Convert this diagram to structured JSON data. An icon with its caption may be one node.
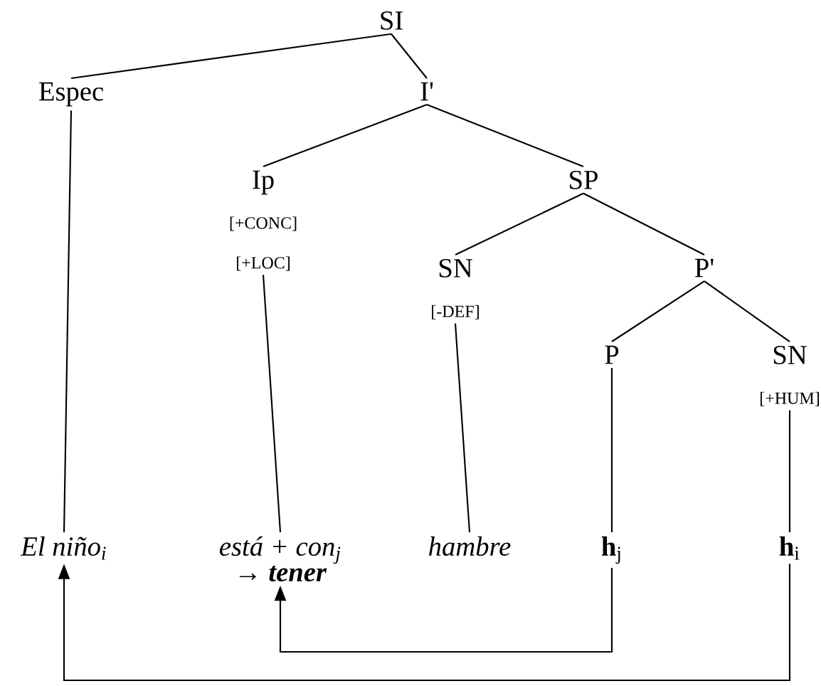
{
  "diagram": {
    "nodes": [
      {
        "text": [
          "SI"
        ]
      },
      {
        "text": [
          "Espec"
        ]
      },
      {
        "text": [
          "I'"
        ]
      },
      {
        "text": [
          "Ip",
          "[+CONC]",
          "[+LOC]"
        ]
      },
      {
        "text": [
          "SP"
        ]
      },
      {
        "text": [
          "SN",
          "[-DEF]"
        ]
      },
      {
        "text": [
          "P'"
        ]
      },
      {
        "text": [
          "P"
        ]
      },
      {
        "text": [
          "SN",
          "[+HUM]"
        ]
      },
      {
        "text": [
          "El niño$_{i}$"
        ]
      },
      {
        "text": [
          "está + con$_{j}$",
          "→ **tener**"
        ]
      },
      {
        "text": [
          "hambre"
        ]
      },
      {
        "text": [
          "**h**$_{j}$"
        ]
      },
      {
        "text": [
          "**h**$_{i}$"
        ]
      }
    ],
    "edges": [
      {
        "from": 0,
        "to": 1,
        "arrow": "none"
      },
      {
        "from": 0,
        "to": 2,
        "arrow": "none"
      },
      {
        "from": 2,
        "to": 3,
        "arrow": "none"
      },
      {
        "from": 2,
        "to": 4,
        "arrow": "none"
      },
      {
        "from": 4,
        "to": 5,
        "arrow": "none"
      },
      {
        "from": 4,
        "to": 6,
        "arrow": "none"
      },
      {
        "from": 6,
        "to": 7,
        "arrow": "none"
      },
      {
        "from": 6,
        "to": 8,
        "arrow": "none"
      },
      {
        "from": 1,
        "to": 9,
        "arrow": "none"
      },
      {
        "from": 3,
        "to": 10,
        "arrow": "none"
      },
      {
        "from": 5,
        "to": 11,
        "arrow": "none"
      },
      {
        "from": 7,
        "to": 12,
        "arrow": "none"
      },
      {
        "from": 8,
        "to": 13,
        "arrow": "none"
      },
      {
        "from": 12,
        "to": 10,
        "arrow": "to"
      },
      {
        "from": 13,
        "to": 9,
        "arrow": "to"
      }
    ]
  }
}
